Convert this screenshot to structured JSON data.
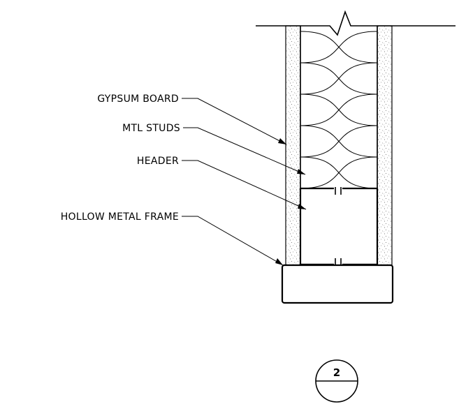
{
  "callouts": [
    {
      "label": "GYPSUM BOARD"
    },
    {
      "label": "MTL STUDS"
    },
    {
      "label": "HEADER"
    },
    {
      "label": "HOLLOW METAL FRAME"
    }
  ],
  "detail_tag": {
    "number": "2"
  }
}
